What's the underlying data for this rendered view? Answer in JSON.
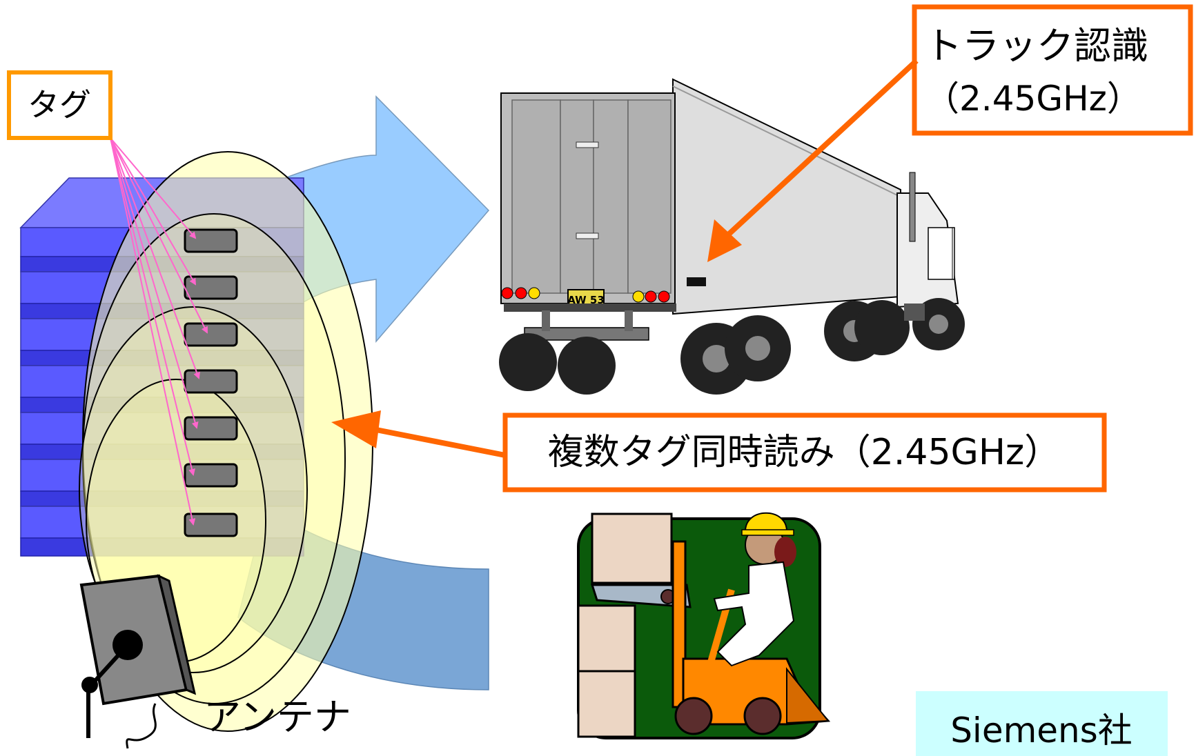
{
  "labels": {
    "tag": "タグ",
    "truck_id_line1": "トラック認識",
    "truck_id_line2": "（2.45GHz）",
    "multi_read": "複数タグ同時読み（2.45GHz）",
    "antenna": "アンテナ",
    "company": "Siemens社",
    "plate": "AW 53"
  },
  "colors": {
    "callout_orange": "#ff6600",
    "tag_box_orange": "#ff9900",
    "pallet_blue": "#5a5aff",
    "arrow_light_blue": "#99ccff",
    "arrow_steel_blue": "#7aa6d6",
    "field_yellow": "#ffffaa",
    "tag_pointer_pink": "#ff66cc",
    "badge_cyan": "#ccffff",
    "forklift_bg_green": "#0b5a0b",
    "forklift_orange": "#ff8800"
  },
  "icons": [
    "tag-chip-icon",
    "truck-icon",
    "antenna-reader-icon",
    "forklift-worker-icon"
  ]
}
